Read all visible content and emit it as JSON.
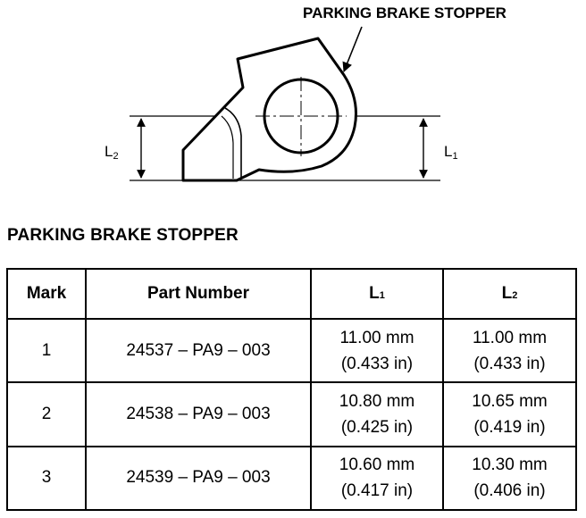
{
  "diagram": {
    "callout": "PARKING BRAKE STOPPER",
    "dim_left": {
      "base": "L",
      "sub": "2"
    },
    "dim_right": {
      "base": "L",
      "sub": "1"
    }
  },
  "section_title": "PARKING BRAKE STOPPER",
  "table": {
    "headers": {
      "mark": "Mark",
      "part_number": "Part Number",
      "l1": {
        "base": "L",
        "sub": "1"
      },
      "l2": {
        "base": "L",
        "sub": "2"
      }
    },
    "rows": [
      {
        "mark": "1",
        "part_number": "24537 – PA9 – 003",
        "l1_mm": "11.00 mm",
        "l1_in": "(0.433 in)",
        "l2_mm": "11.00 mm",
        "l2_in": "(0.433 in)"
      },
      {
        "mark": "2",
        "part_number": "24538 – PA9 – 003",
        "l1_mm": "10.80 mm",
        "l1_in": "(0.425 in)",
        "l2_mm": "10.65 mm",
        "l2_in": "(0.419 in)"
      },
      {
        "mark": "3",
        "part_number": "24539 – PA9 – 003",
        "l1_mm": "10.60 mm",
        "l1_in": "(0.417 in)",
        "l2_mm": "10.30 mm",
        "l2_in": "(0.406 in)"
      }
    ]
  }
}
